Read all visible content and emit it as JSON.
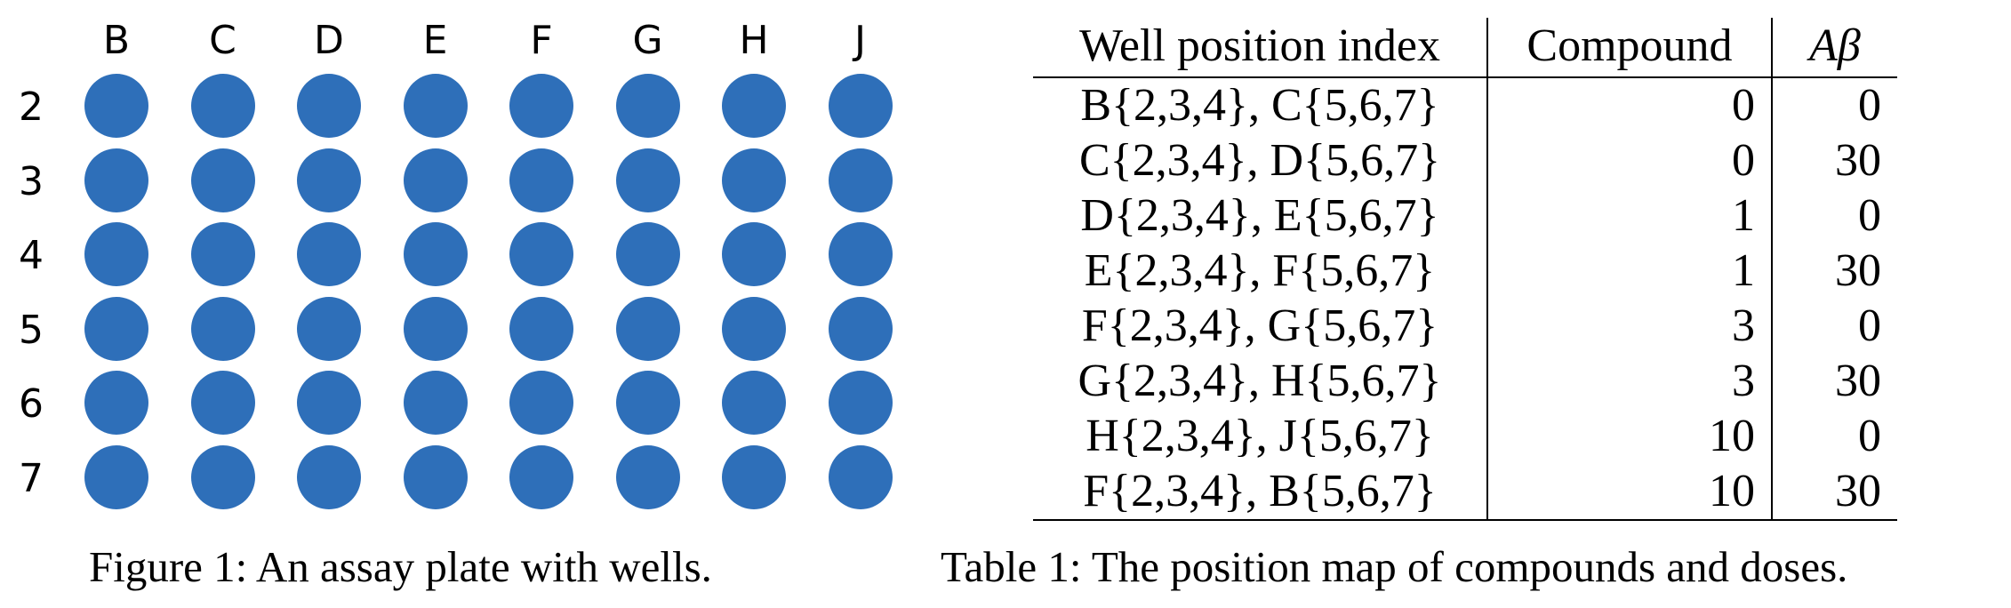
{
  "figure": {
    "well_color": "#2e6fb9",
    "columns": [
      "B",
      "C",
      "D",
      "E",
      "F",
      "G",
      "H",
      "J"
    ],
    "rows": [
      "2",
      "3",
      "4",
      "5",
      "6",
      "7"
    ],
    "caption": "Figure 1: An assay plate with wells."
  },
  "table": {
    "headers": {
      "well": "Well position index",
      "compound": "Compound",
      "abeta": "Aβ"
    },
    "rows": [
      {
        "well": "B{2,3,4}, C{5,6,7}",
        "compound": "0",
        "abeta": "0"
      },
      {
        "well": "C{2,3,4}, D{5,6,7}",
        "compound": "0",
        "abeta": "30"
      },
      {
        "well": "D{2,3,4}, E{5,6,7}",
        "compound": "1",
        "abeta": "0"
      },
      {
        "well": "E{2,3,4}, F{5,6,7}",
        "compound": "1",
        "abeta": "30"
      },
      {
        "well": "F{2,3,4}, G{5,6,7}",
        "compound": "3",
        "abeta": "0"
      },
      {
        "well": "G{2,3,4}, H{5,6,7}",
        "compound": "3",
        "abeta": "30"
      },
      {
        "well": "H{2,3,4}, J{5,6,7}",
        "compound": "10",
        "abeta": "0"
      },
      {
        "well": "F{2,3,4}, B{5,6,7}",
        "compound": "10",
        "abeta": "30"
      }
    ],
    "caption": "Table 1: The position map of compounds and doses."
  }
}
